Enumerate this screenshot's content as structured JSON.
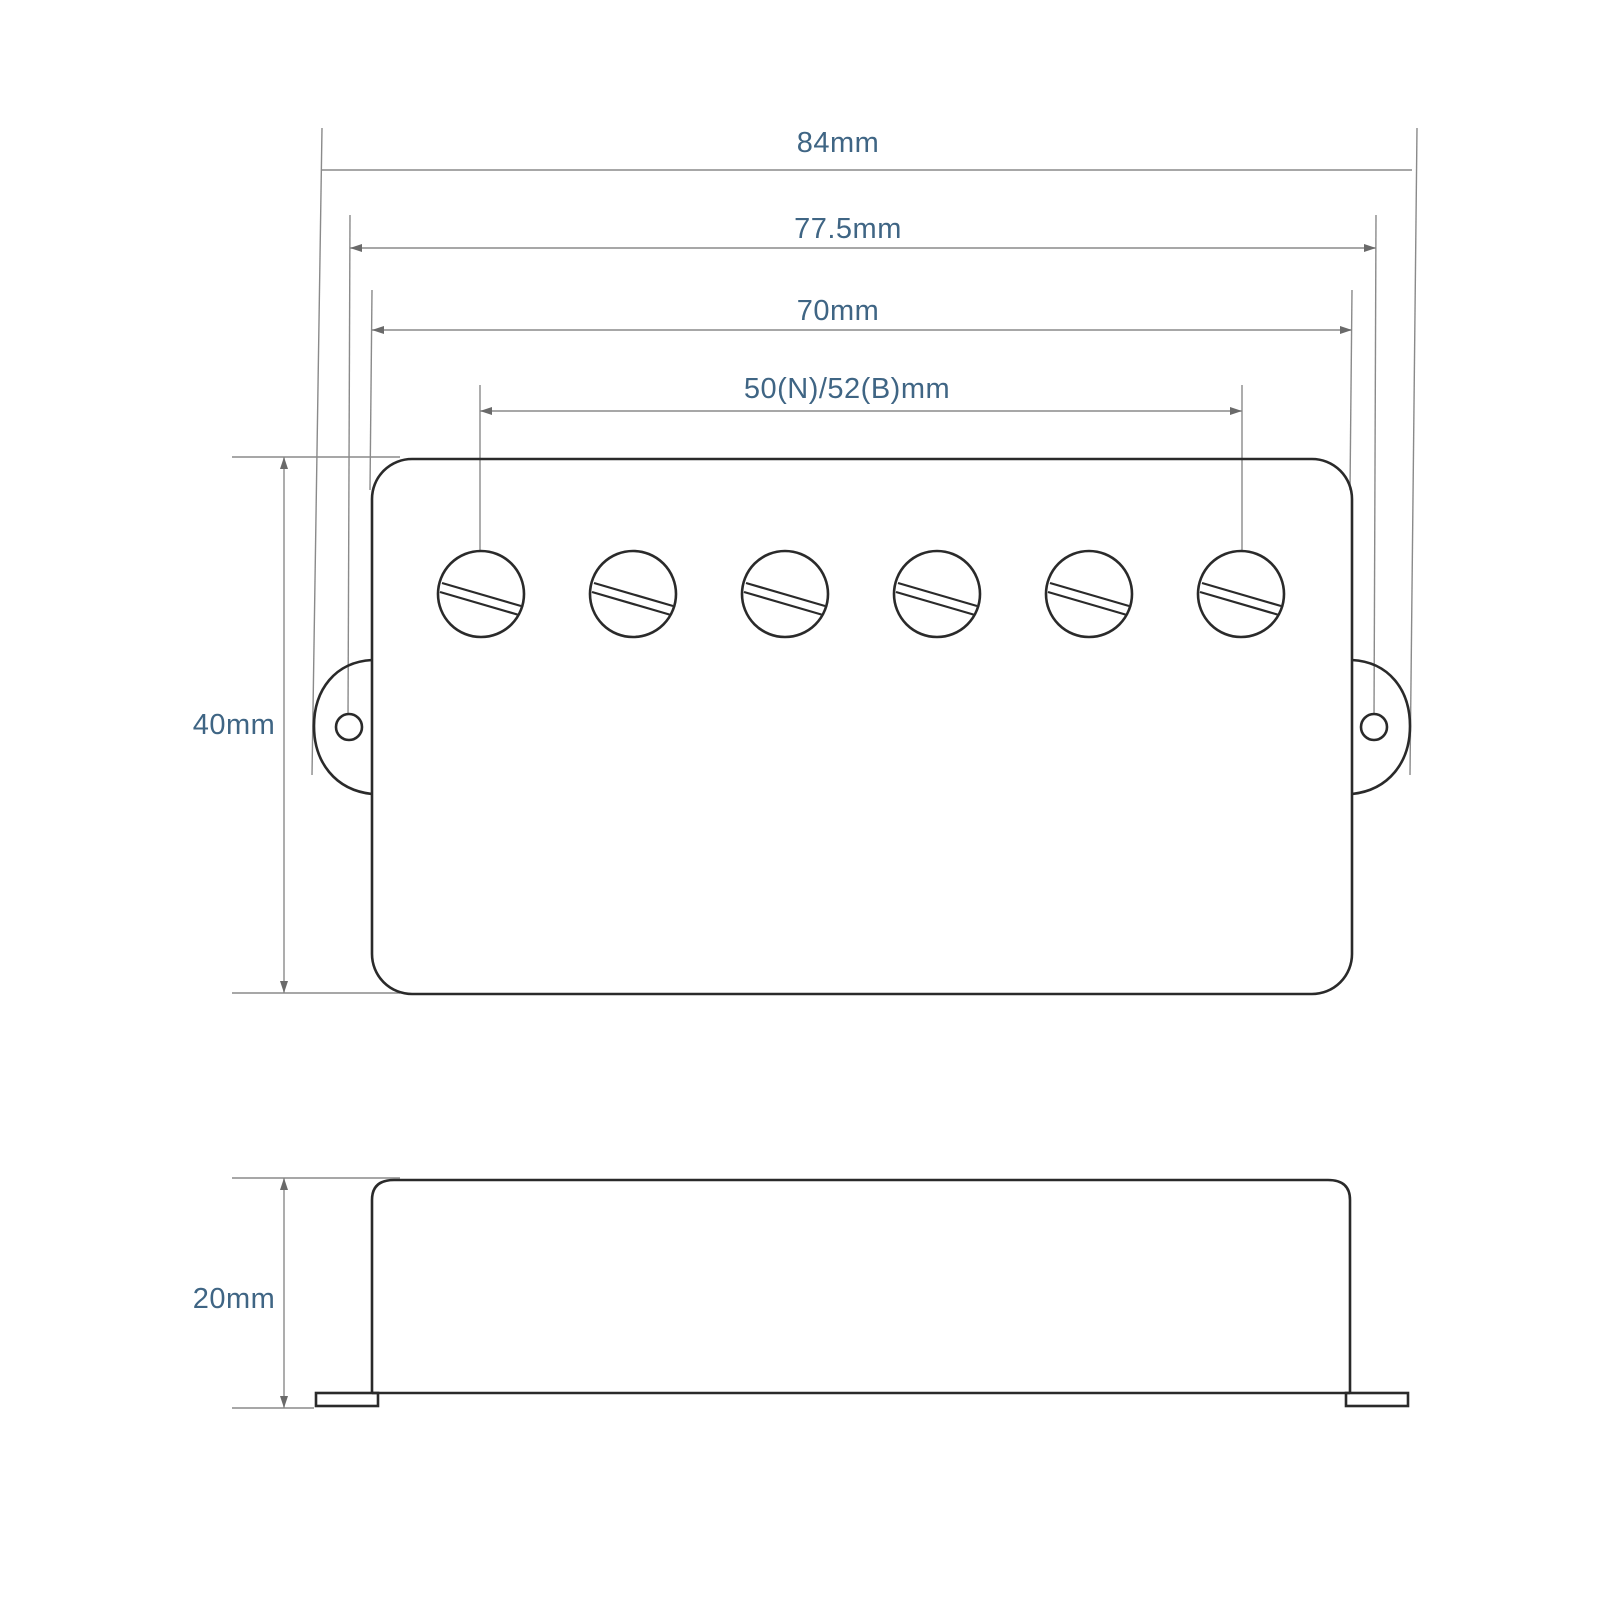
{
  "dimensions": {
    "overall_width": "84mm",
    "mount_hole_spacing": "77.5mm",
    "cover_width": "70mm",
    "pole_spacing": "50(N)/52(B)mm",
    "cover_length": "40mm",
    "height": "20mm"
  },
  "pole_count": 6,
  "colors": {
    "dimension_text": "#3f6584",
    "outline": "#2a2a2a",
    "guide_line": "#8a8a8a"
  }
}
